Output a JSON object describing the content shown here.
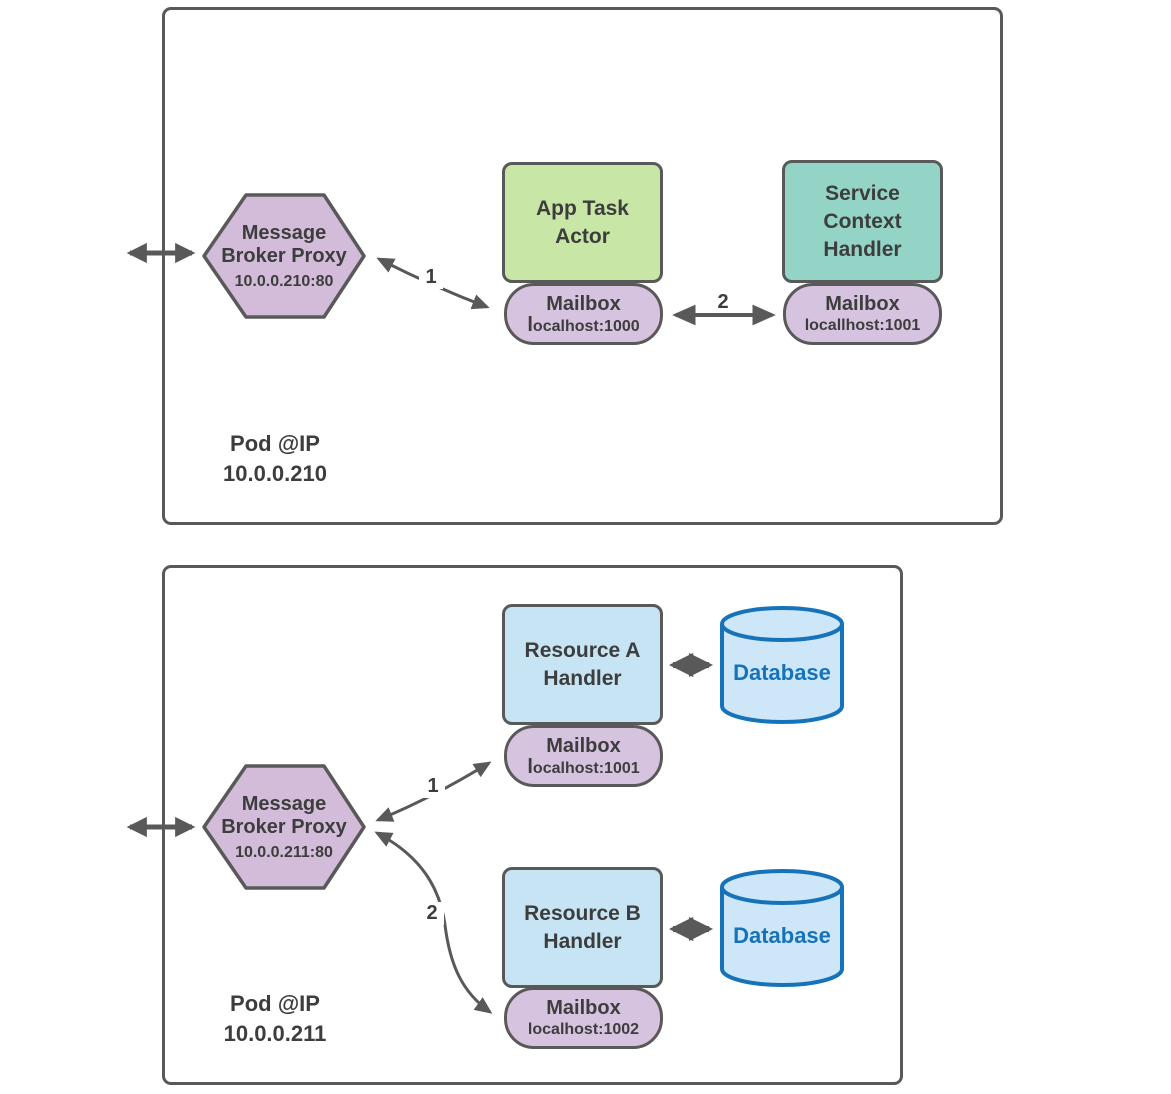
{
  "colors": {
    "border_gray": "#595959",
    "text_dark": "#3d3d3d",
    "hexagon_fill": "#d2bcda",
    "mailbox_fill": "#d6c3e0",
    "green_fill": "#c8e6a6",
    "teal_fill": "#93d4c6",
    "blue_fill": "#c7e4f5",
    "database_fill": "#cde7f8",
    "database_blue": "#1673ba"
  },
  "pod1": {
    "label": "Pod @IP\n10.0.0.210",
    "broker": {
      "name": "Message\nBroker Proxy",
      "address": "10.0.0.210:80"
    },
    "app_task_actor": {
      "title": "App Task\nActor"
    },
    "app_task_mailbox": {
      "label": "Mailbox",
      "address": "localhost:1000"
    },
    "service_context_handler": {
      "title": "Service\nContext\nHandler"
    },
    "service_mailbox": {
      "label": "Mailbox",
      "address": "locallhost:1001"
    },
    "arrow_labels": {
      "broker_to_app_mailbox": "1",
      "mailbox_to_mailbox": "2"
    }
  },
  "pod2": {
    "label": "Pod @IP\n10.0.0.211",
    "broker": {
      "name": "Message\nBroker Proxy",
      "address": "10.0.0.211:80"
    },
    "resource_a_handler": {
      "title": "Resource A\nHandler"
    },
    "resource_a_mailbox": {
      "label": "Mailbox",
      "address": "localhost:1001"
    },
    "resource_a_database": {
      "label": "Database"
    },
    "resource_b_handler": {
      "title": "Resource B\nHandler"
    },
    "resource_b_mailbox": {
      "label": "Mailbox",
      "address": "localhost:1002"
    },
    "resource_b_database": {
      "label": "Database"
    },
    "arrow_labels": {
      "broker_to_mailbox_a": "1",
      "broker_to_mailbox_b": "2"
    }
  }
}
